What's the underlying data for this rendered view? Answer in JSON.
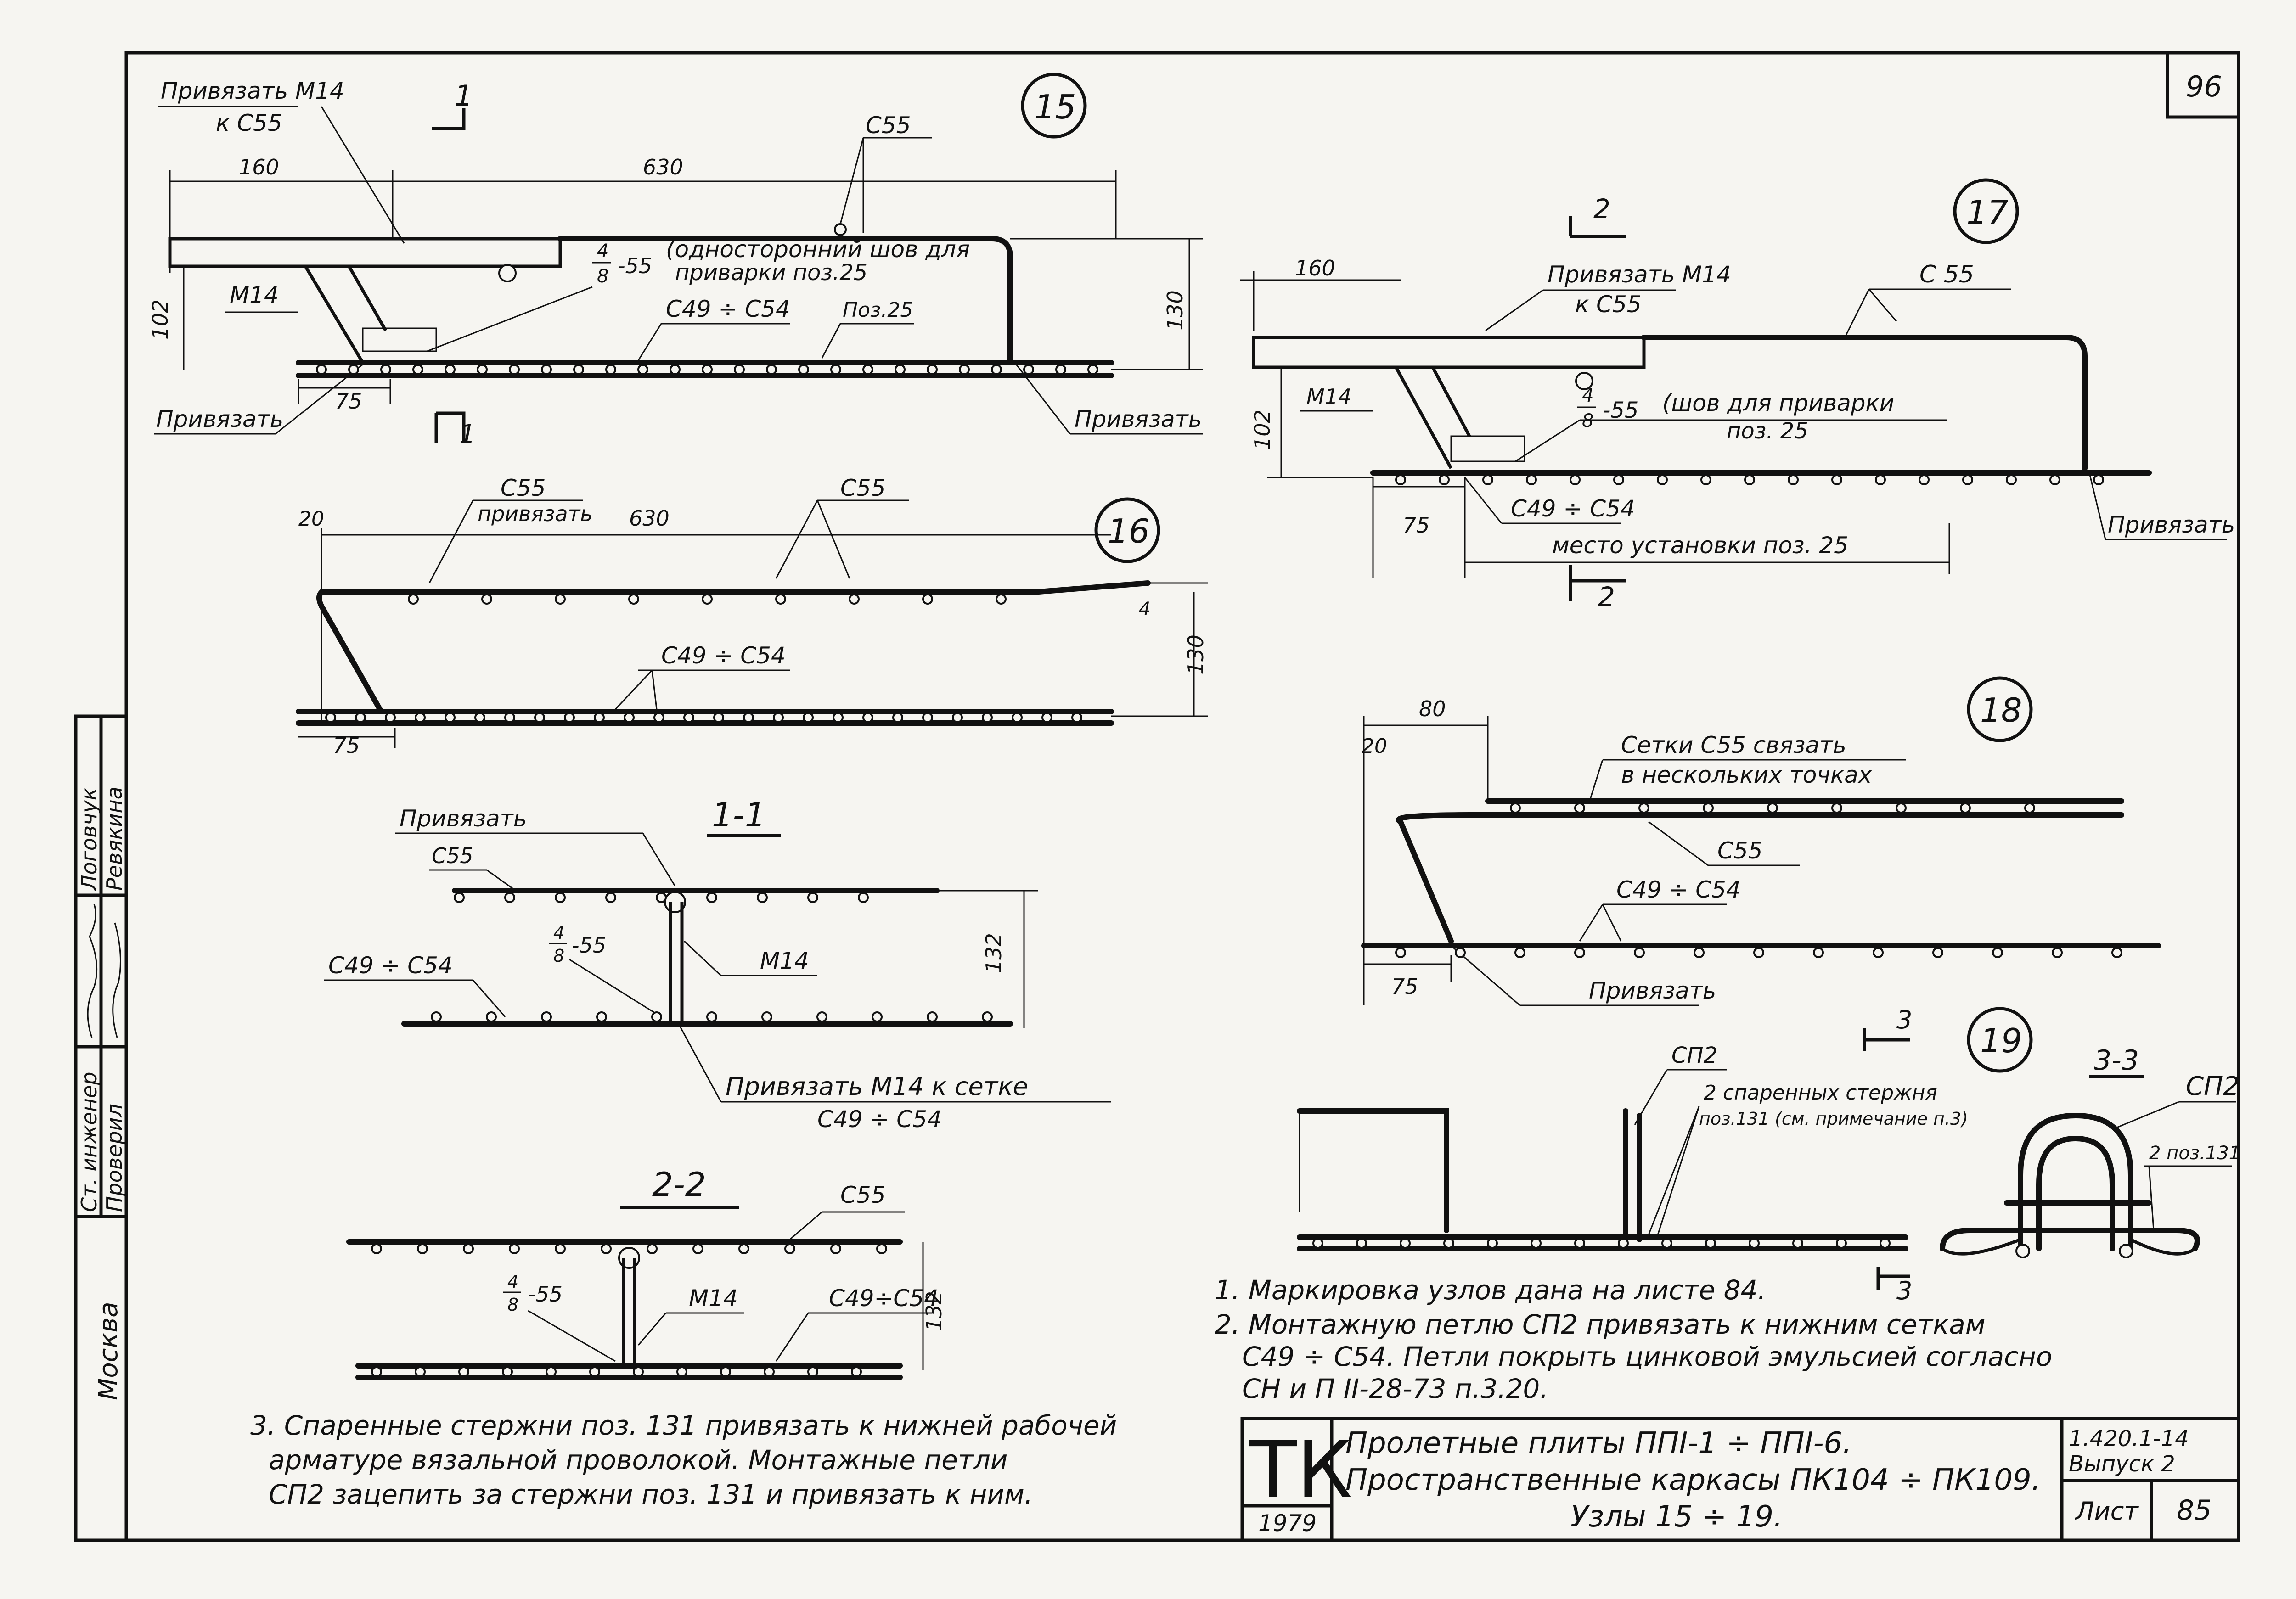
{
  "sheet_no": "96",
  "node15": {
    "num": "15",
    "tie_label_1": "Привязать М14",
    "tie_label_2": "к С55",
    "section_mark": "1",
    "dim_160": "160",
    "dim_630": "630",
    "c55": "С55",
    "weld_a": "4",
    "weld_b": "8",
    "weld_c": "-55",
    "weld_text_1": "(односторонний шов для",
    "weld_text_2": "приварки поз.25",
    "c49": "С49 ÷ С54",
    "poz25": "Поз.25",
    "m14": "М14",
    "dim_102": "102",
    "dim_130": "130",
    "dim_75": "75",
    "tie_left": "Привязать",
    "tie_right": "Привязать"
  },
  "node16": {
    "num": "16",
    "dim_20": "20",
    "c55_tie": "С55",
    "tie": "привязать",
    "dim_630": "630",
    "c55": "С55",
    "dim_4": "4",
    "dim_130": "130",
    "c49": "С49 ÷ С54",
    "dim_75": "75"
  },
  "section11": {
    "title": "1-1",
    "tie": "Привязать",
    "c55": "С55",
    "weld_a": "4",
    "weld_b": "8",
    "weld_c": "-55",
    "m14": "М14",
    "c49": "С49 ÷ С54",
    "dim_132": "132",
    "tie_bottom_1": "Привязать  М14  к сетке",
    "tie_bottom_2": "С49 ÷ С54"
  },
  "section22": {
    "title": "2-2",
    "c55": "С55",
    "weld_a": "4",
    "weld_b": "8",
    "weld_c": "-55",
    "m14": "М14",
    "c49": "С49÷С54",
    "dim_132": "132"
  },
  "node17": {
    "num": "17",
    "section_mark": "2",
    "dim_160": "160",
    "tie_1": "Привязать М14",
    "tie_2": "к С55",
    "c55": "С 55",
    "m14": "М14",
    "dim_102": "102",
    "weld_a": "4",
    "weld_b": "8",
    "weld_c": "-55",
    "weld_text_1": "(шов для приварки",
    "weld_text_2": "поз. 25",
    "dim_75": "75",
    "c49": "С49 ÷ С54",
    "place": "место  установки поз. 25",
    "section_mark_b": "2",
    "tie_right": "Привязать"
  },
  "node18": {
    "num": "18",
    "dim_80": "80",
    "dim_20": "20",
    "note_1": "Сетки  С55  связать",
    "note_2": "в  нескольких  точках",
    "c55": "С55",
    "c49": "С49 ÷ С54",
    "dim_75": "75",
    "tie": "Привязать"
  },
  "node19": {
    "num": "19",
    "section_mark": "3",
    "cp2": "СП2",
    "paired_1": "2 спаренных стержня",
    "paired_2": "поз.131 (см. примечание п.3)",
    "section_mark_b": "3"
  },
  "section33": {
    "title": "3-3",
    "cp2": "СП2",
    "poz": "2 поз.131"
  },
  "notes": [
    "1. Маркировка  узлов дана на листе 84.",
    "2. Монтажную петлю СП2 привязать к нижним сеткам",
    "С49 ÷ С54. Петли покрыть цинковой эмульсией согласно",
    "СН и П II-28-73 п.3.20."
  ],
  "note3": [
    "3. Спаренные стержни поз. 131 привязать к нижней рабочей",
    "арматуре вязальной проволокой. Монтажные петли",
    "СП2 зацепить за стержни поз. 131 и привязать к ним."
  ],
  "side_stamp": {
    "role_1": "Ст. инженер",
    "role_2": "Проверил",
    "name_1": "Логовчук",
    "name_2": "Ревякина",
    "city": "Москва"
  },
  "title_block": {
    "logo": "ТК",
    "year": "1979",
    "line1": "Пролетные  плиты  ППI-1 ÷ ППI-6.",
    "line2": "Пространственные  каркасы  ПК104 ÷ ПК109.",
    "line3": "Узлы 15 ÷ 19.",
    "series": "1.420.1-14",
    "issue": "Выпуск 2",
    "sheet_label": "Лист",
    "sheet_value": "85"
  }
}
